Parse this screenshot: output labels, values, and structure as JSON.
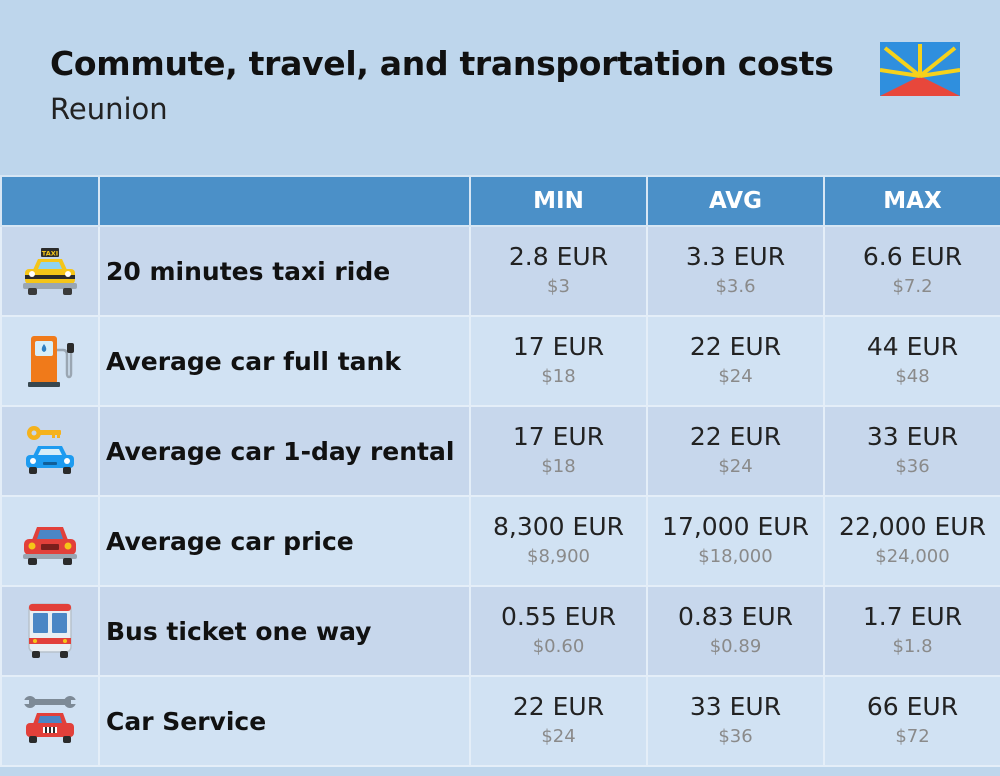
{
  "header": {
    "title": "Commute, travel, and transportation costs",
    "subtitle": "Reunion"
  },
  "table": {
    "columns": [
      "",
      "",
      "MIN",
      "AVG",
      "MAX"
    ],
    "rows": [
      {
        "icon": "taxi-icon",
        "label": "20 minutes taxi ride",
        "taxi_sign": "TAXI",
        "min": {
          "eur": "2.8 EUR",
          "usd": "$3"
        },
        "avg": {
          "eur": "3.3 EUR",
          "usd": "$3.6"
        },
        "max": {
          "eur": "6.6 EUR",
          "usd": "$7.2"
        }
      },
      {
        "icon": "fuel-pump-icon",
        "label": "Average car full tank",
        "min": {
          "eur": "17 EUR",
          "usd": "$18"
        },
        "avg": {
          "eur": "22 EUR",
          "usd": "$24"
        },
        "max": {
          "eur": "44 EUR",
          "usd": "$48"
        }
      },
      {
        "icon": "car-rental-key-icon",
        "label": "Average car 1-day rental",
        "min": {
          "eur": "17 EUR",
          "usd": "$18"
        },
        "avg": {
          "eur": "22 EUR",
          "usd": "$24"
        },
        "max": {
          "eur": "33 EUR",
          "usd": "$36"
        }
      },
      {
        "icon": "red-car-icon",
        "label": "Average car price",
        "min": {
          "eur": "8,300 EUR",
          "usd": "$8,900"
        },
        "avg": {
          "eur": "17,000 EUR",
          "usd": "$18,000"
        },
        "max": {
          "eur": "22,000 EUR",
          "usd": "$24,000"
        }
      },
      {
        "icon": "bus-icon",
        "label": "Bus ticket one way",
        "min": {
          "eur": "0.55 EUR",
          "usd": "$0.60"
        },
        "avg": {
          "eur": "0.83 EUR",
          "usd": "$0.89"
        },
        "max": {
          "eur": "1.7 EUR",
          "usd": "$1.8"
        }
      },
      {
        "icon": "car-service-wrench-icon",
        "label": "Car Service",
        "min": {
          "eur": "22 EUR",
          "usd": "$24"
        },
        "avg": {
          "eur": "33 EUR",
          "usd": "$36"
        },
        "max": {
          "eur": "66 EUR",
          "usd": "$72"
        }
      }
    ]
  },
  "colors": {
    "background": "#bed6ec",
    "header_row": "#4b90c8",
    "row_odd": "#c7d7ec",
    "row_even": "#d1e2f3"
  },
  "flag_icon": "reunion-flag-icon"
}
